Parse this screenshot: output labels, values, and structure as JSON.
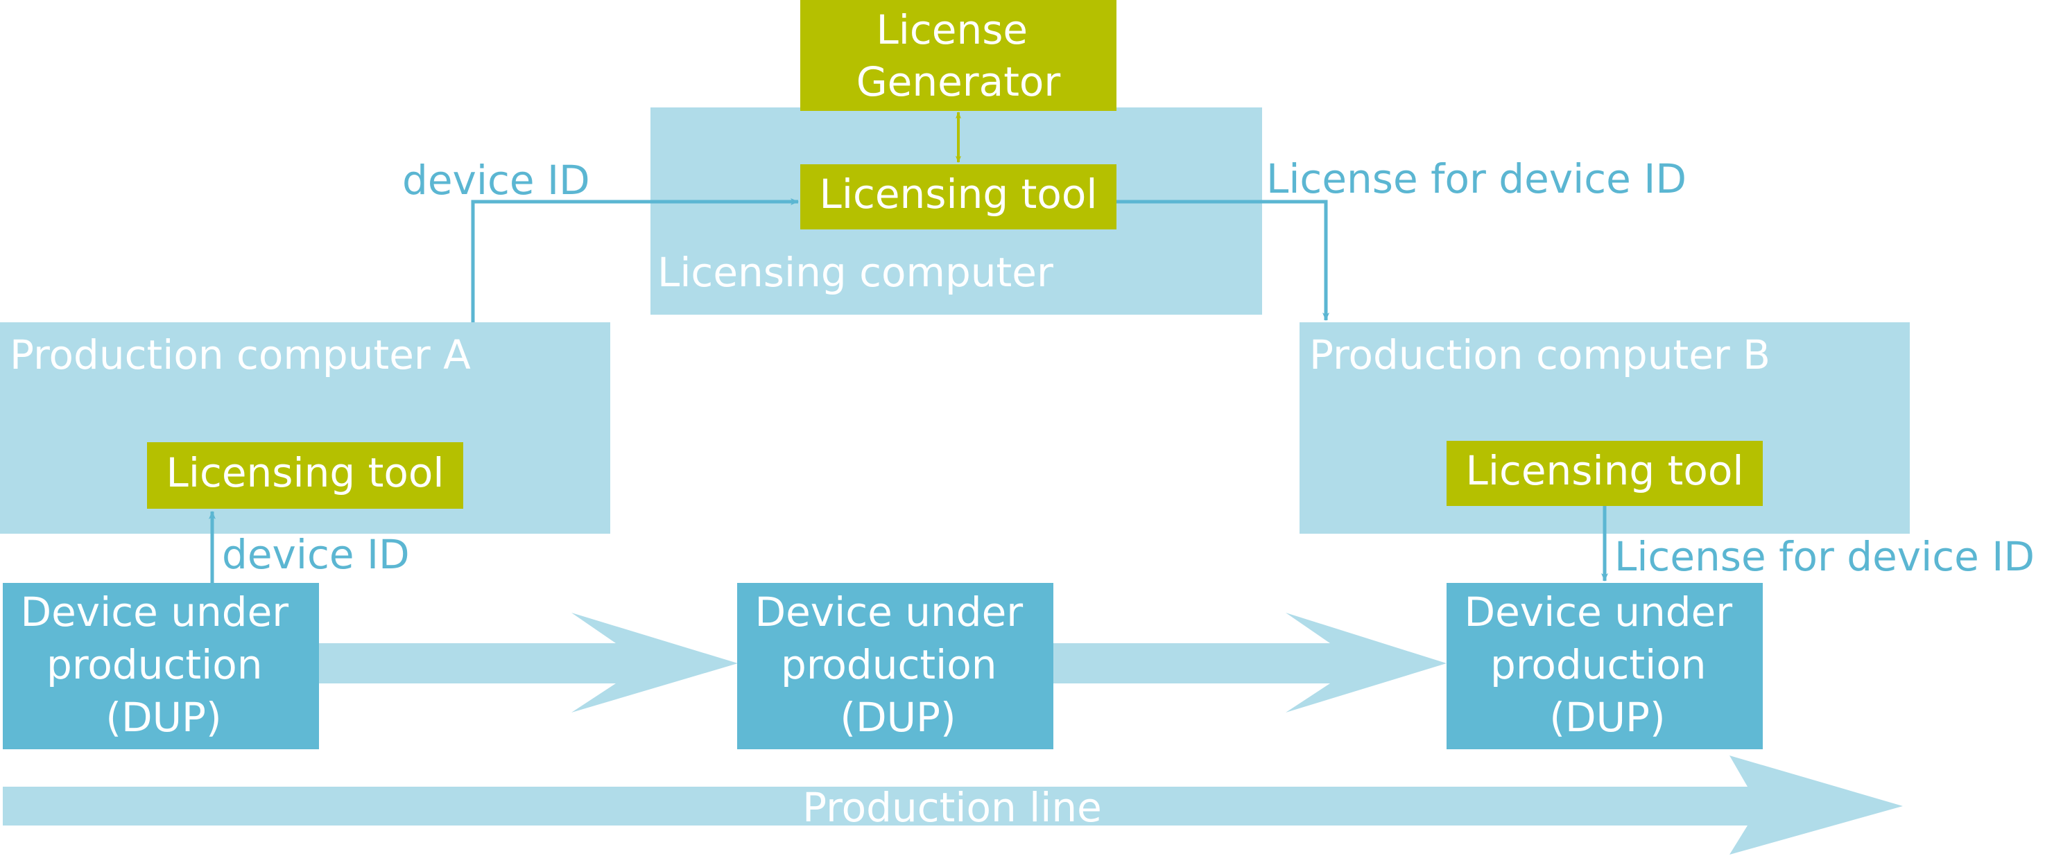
{
  "colors": {
    "computer_fill": "#b0dce9",
    "tool_fill": "#b5c000",
    "device_fill": "#60b9d4",
    "flow_fill": "#b0dce9",
    "label_color": "#5bb6d2",
    "white": "#ffffff"
  },
  "license_generator": {
    "line1": "License",
    "line2": "Generator"
  },
  "licensing_computer": {
    "title": "Licensing computer",
    "tool_label": "Licensing tool"
  },
  "production_computer_a": {
    "title": "Production computer A",
    "tool_label": "Licensing tool"
  },
  "production_computer_b": {
    "title": "Production computer B",
    "tool_label": "Licensing tool"
  },
  "devices": [
    {
      "line1": "Device under",
      "line2": "production",
      "line3": "(DUP)"
    },
    {
      "line1": "Device under",
      "line2": "production",
      "line3": "(DUP)"
    },
    {
      "line1": "Device under",
      "line2": "production",
      "line3": "(DUP)"
    }
  ],
  "edge_labels": {
    "device_id_top": "device ID",
    "license_for_device_id_top": "License for device ID",
    "device_id_bottom": "device ID",
    "license_for_device_id_bottom": "License for device ID"
  },
  "production_line": {
    "label": "Production line"
  }
}
